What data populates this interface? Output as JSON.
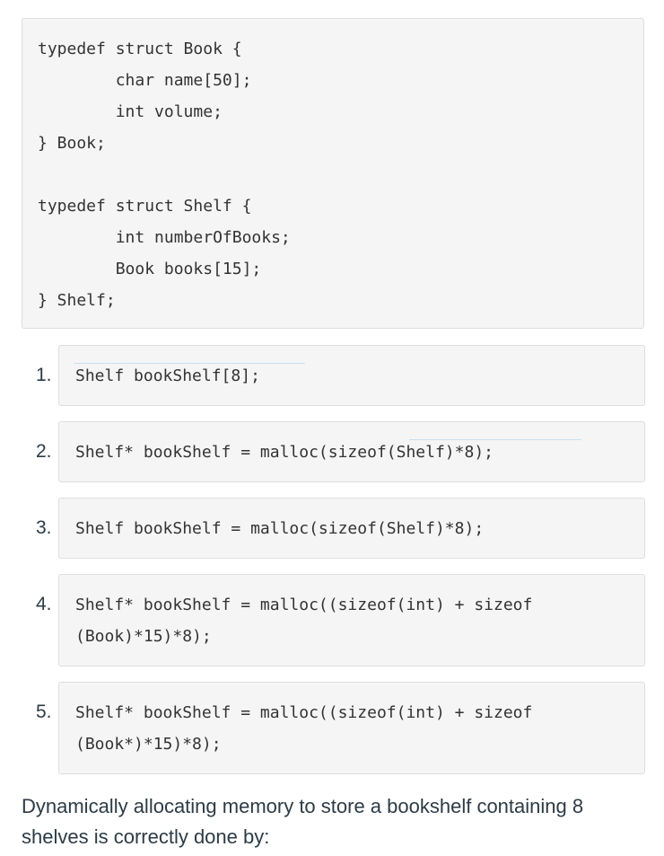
{
  "code": {
    "lines": [
      "typedef struct Book {",
      "        char name[50];",
      "        int volume;",
      "} Book;",
      "",
      "typedef struct Shelf {",
      "        int numberOfBooks;",
      "        Book books[15];",
      "} Shelf;"
    ]
  },
  "options": [
    {
      "number": "1.",
      "lines": [
        "Shelf bookShelf[8];"
      ]
    },
    {
      "number": "2.",
      "lines": [
        "Shelf* bookShelf = malloc(sizeof(Shelf)*8);"
      ]
    },
    {
      "number": "3.",
      "lines": [
        "Shelf bookShelf = malloc(sizeof(Shelf)*8);"
      ]
    },
    {
      "number": "4.",
      "lines": [
        "Shelf* bookShelf = malloc((sizeof(int) + sizeof",
        "(Book)*15)*8);"
      ]
    },
    {
      "number": "5.",
      "lines": [
        "Shelf* bookShelf = malloc((sizeof(int) + sizeof",
        "(Book*)*15)*8);"
      ]
    }
  ],
  "question": {
    "text": "Dynamically allocating memory to store a bookshelf containing 8 shelves is correctly done by:"
  }
}
